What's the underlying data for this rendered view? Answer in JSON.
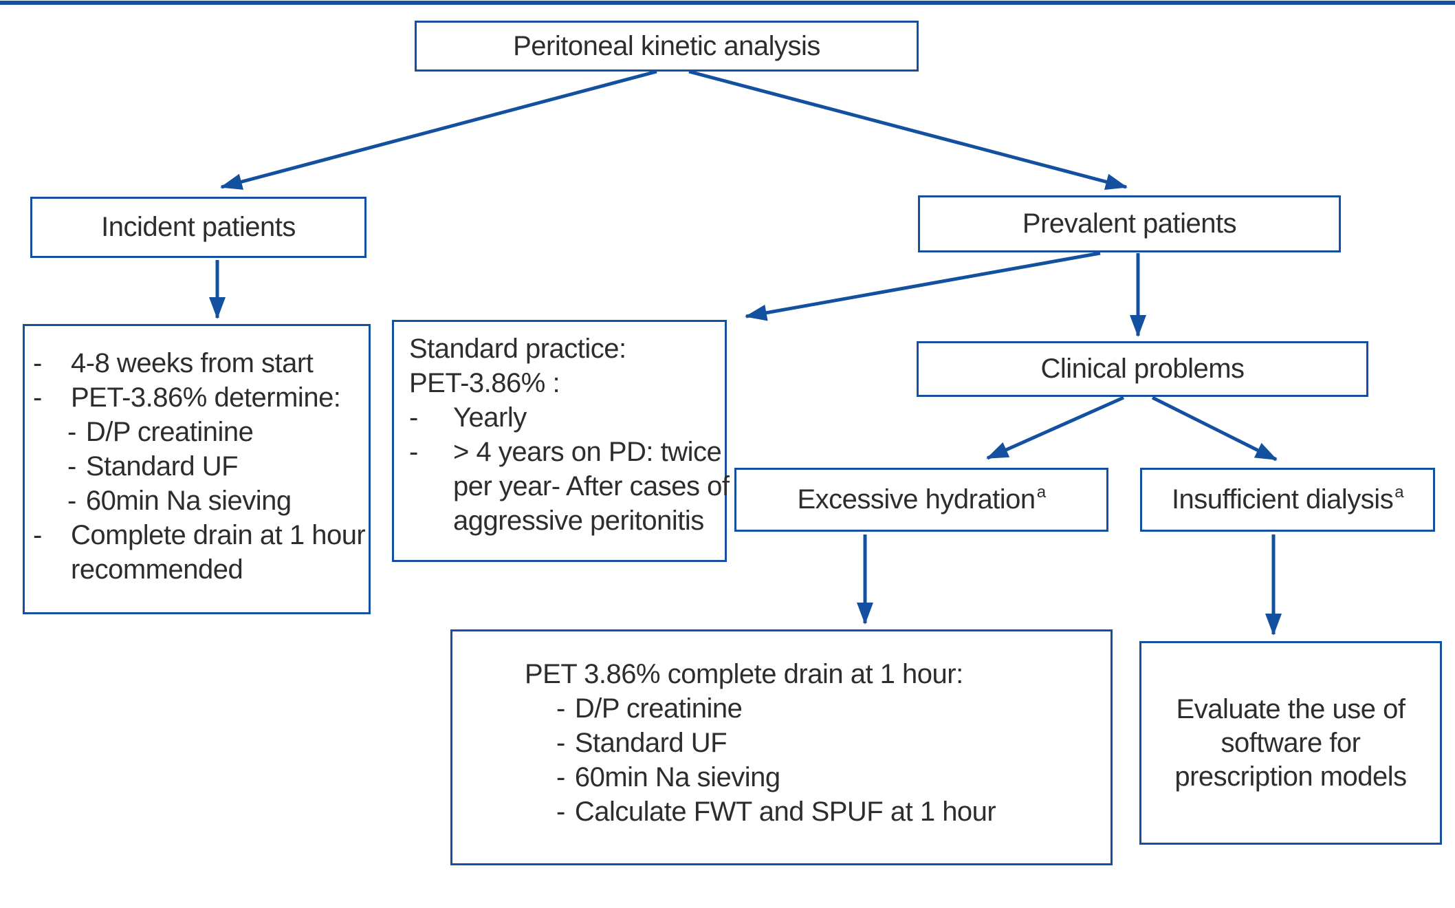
{
  "colors": {
    "accent": "#1450a0",
    "text": "#2d2d2d",
    "background": "#ffffff"
  },
  "boxes": {
    "root": {
      "label": "Peritoneal kinetic analysis"
    },
    "incident": {
      "label": "Incident patients"
    },
    "prevalent": {
      "label": "Prevalent patients"
    },
    "clinical": {
      "label": "Clinical problems"
    },
    "excessive": {
      "label": "Excessive hydration",
      "superscript": "a"
    },
    "insufficient": {
      "label": "Insufficient dialysis",
      "superscript": "a"
    },
    "incident_detail": {
      "lines": [
        {
          "bullet": "-",
          "text": "4-8 weeks from start"
        },
        {
          "bullet": "-",
          "text": "PET-3.86% determine:"
        },
        {
          "bullet": "-",
          "text": "D/P creatinine"
        },
        {
          "bullet": "-",
          "text": "Standard UF"
        },
        {
          "bullet": "-",
          "text": "60min Na sieving"
        },
        {
          "bullet": "-",
          "text": "Complete drain at 1 hour"
        },
        {
          "bullet": "",
          "text": "recommended"
        }
      ]
    },
    "standard_practice": {
      "lines": [
        {
          "bullet": "",
          "text": "Standard practice:"
        },
        {
          "bullet": "",
          "text": "PET-3.86% :"
        },
        {
          "bullet": "-",
          "text": "Yearly"
        },
        {
          "bullet": "-",
          "text": "> 4 years on PD: twice"
        },
        {
          "bullet": "",
          "text": "per year- After cases of"
        },
        {
          "bullet": "",
          "text": "aggressive peritonitis"
        }
      ]
    },
    "pet_drain": {
      "lines": [
        {
          "bullet": "",
          "text": "PET 3.86% complete drain at 1 hour:"
        },
        {
          "bullet": "-",
          "text": "D/P creatinine"
        },
        {
          "bullet": "-",
          "text": "Standard UF"
        },
        {
          "bullet": "-",
          "text": "60min Na sieving"
        },
        {
          "bullet": "-",
          "text": "Calculate FWT and SPUF at 1 hour"
        }
      ]
    },
    "evaluate": {
      "lines": [
        "Evaluate the use of",
        "software for",
        "prescription models"
      ]
    }
  }
}
